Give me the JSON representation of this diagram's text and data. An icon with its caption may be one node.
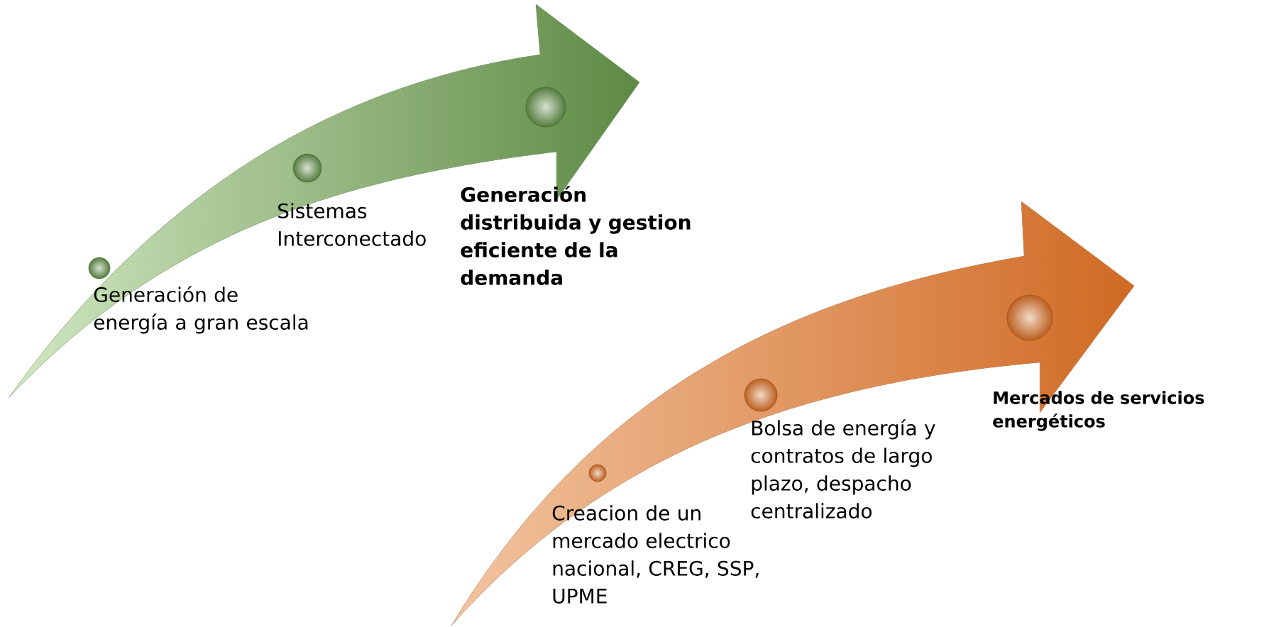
{
  "diagram": {
    "labels": [
      "Generación de energía a gran escala",
      "Sistemas Interconectado",
      "Generación distribuida y gestion eficiente de la demanda",
      "Creacion de un mercado electrico nacional, CREG, SSP, UPME",
      "Bolsa de energía y contratos de largo plazo, despacho centralizado",
      "Mercados de servicios energéticos"
    ]
  }
}
